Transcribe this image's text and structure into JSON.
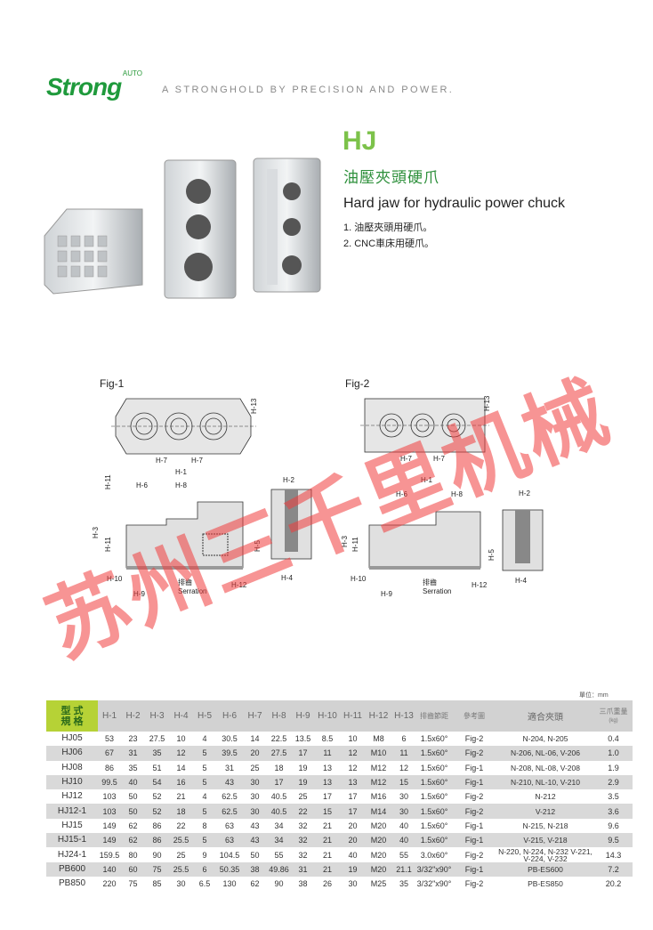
{
  "brand": {
    "logo_text": "Strong",
    "logo_sup": "AUTO",
    "slogan": "A STRONGHOLD BY PRECISION AND POWER."
  },
  "product": {
    "model": "HJ",
    "name_cn": "油壓夾頭硬爪",
    "name_en": "Hard jaw for hydraulic power chuck",
    "features": [
      "1. 油壓夾頭用硬爪。",
      "2. CNC車床用硬爪。"
    ]
  },
  "figures": {
    "fig1": {
      "title": "Fig-1",
      "labels": [
        "H-13",
        "H-7",
        "H-7",
        "H-1",
        "H-6",
        "H-8",
        "H-11",
        "H-3",
        "H-11",
        "H-10",
        "H-9",
        "排齒",
        "Serration",
        "H-12",
        "H-2",
        "H-5",
        "H-4"
      ]
    },
    "fig2": {
      "title": "Fig-2",
      "labels": [
        "H-13",
        "H-7",
        "H-7",
        "H-1",
        "H-6",
        "H-8",
        "H-3",
        "H-11",
        "H-10",
        "H-9",
        "排齒",
        "Serration",
        "H-12",
        "H-2",
        "H-5",
        "H-4"
      ]
    }
  },
  "watermark": "苏州三千里机械",
  "table": {
    "unit": "單位：mm",
    "header_first": [
      "型 式",
      "規 格"
    ],
    "headers": [
      "H-1",
      "H-2",
      "H-3",
      "H-4",
      "H-5",
      "H-6",
      "H-7",
      "H-8",
      "H-9",
      "H-10",
      "H-11",
      "H-12",
      "H-13",
      "排齒節距",
      "參考圖",
      "適合夾頭",
      "三爪重量",
      "(kg)"
    ],
    "rows": [
      [
        "HJ05",
        "53",
        "23",
        "27.5",
        "10",
        "4",
        "30.5",
        "14",
        "22.5",
        "13.5",
        "8.5",
        "10",
        "M8",
        "6",
        "1.5x60°",
        "Fig-2",
        "N-204, N-205",
        "0.4"
      ],
      [
        "HJ06",
        "67",
        "31",
        "35",
        "12",
        "5",
        "39.5",
        "20",
        "27.5",
        "17",
        "11",
        "12",
        "M10",
        "11",
        "1.5x60°",
        "Fig-2",
        "N-206, NL-06, V-206",
        "1.0"
      ],
      [
        "HJ08",
        "86",
        "35",
        "51",
        "14",
        "5",
        "31",
        "25",
        "18",
        "19",
        "13",
        "12",
        "M12",
        "12",
        "1.5x60°",
        "Fig-1",
        "N-208, NL-08, V-208",
        "1.9"
      ],
      [
        "HJ10",
        "99.5",
        "40",
        "54",
        "16",
        "5",
        "43",
        "30",
        "17",
        "19",
        "13",
        "13",
        "M12",
        "15",
        "1.5x60°",
        "Fig-1",
        "N-210, NL-10, V-210",
        "2.9"
      ],
      [
        "HJ12",
        "103",
        "50",
        "52",
        "21",
        "4",
        "62.5",
        "30",
        "40.5",
        "25",
        "17",
        "17",
        "M16",
        "30",
        "1.5x60°",
        "Fig-2",
        "N-212",
        "3.5"
      ],
      [
        "HJ12-1",
        "103",
        "50",
        "52",
        "18",
        "5",
        "62.5",
        "30",
        "40.5",
        "22",
        "15",
        "17",
        "M14",
        "30",
        "1.5x60°",
        "Fig-2",
        "V-212",
        "3.6"
      ],
      [
        "HJ15",
        "149",
        "62",
        "86",
        "22",
        "8",
        "63",
        "43",
        "34",
        "32",
        "21",
        "20",
        "M20",
        "40",
        "1.5x60°",
        "Fig-1",
        "N-215, N-218",
        "9.6"
      ],
      [
        "HJ15-1",
        "149",
        "62",
        "86",
        "25.5",
        "5",
        "63",
        "43",
        "34",
        "32",
        "21",
        "20",
        "M20",
        "40",
        "1.5x60°",
        "Fig-1",
        "V-215, V-218",
        "9.5"
      ],
      [
        "HJ24-1",
        "159.5",
        "80",
        "90",
        "25",
        "9",
        "104.5",
        "50",
        "55",
        "32",
        "21",
        "40",
        "M20",
        "55",
        "3.0x60°",
        "Fig-2",
        "N-220, N-224, N-232 V-221, V-224, V-232",
        "14.3"
      ],
      [
        "PB600",
        "140",
        "60",
        "75",
        "25.5",
        "6",
        "50.35",
        "38",
        "49.86",
        "31",
        "21",
        "19",
        "M20",
        "21.1",
        "3/32\"x90°",
        "Fig-1",
        "PB-ES600",
        "7.2"
      ],
      [
        "PB850",
        "220",
        "75",
        "85",
        "30",
        "6.5",
        "130",
        "62",
        "90",
        "38",
        "26",
        "30",
        "M25",
        "35",
        "3/32\"x90°",
        "Fig-2",
        "PB-ES850",
        "20.2"
      ]
    ]
  }
}
